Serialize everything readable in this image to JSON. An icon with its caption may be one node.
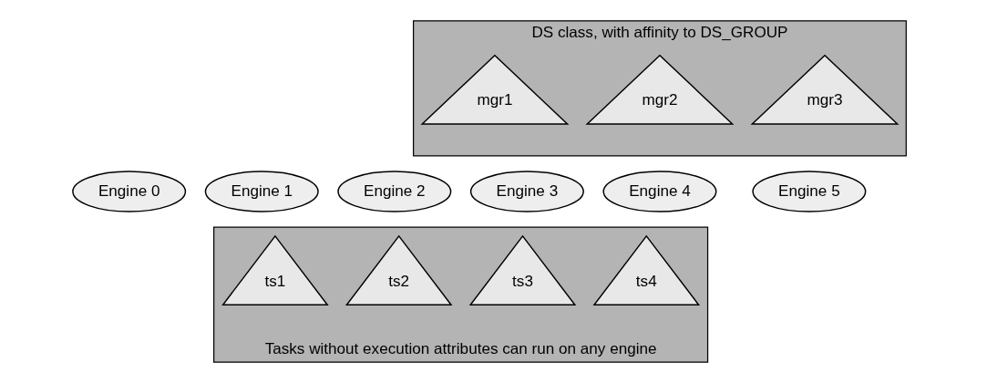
{
  "diagram": {
    "nodes": [
      {
        "text": [
          "DS class, with affinity to DS_GROUP"
        ]
      },
      {
        "text": [
          "mgr1"
        ],
        "in": 0
      },
      {
        "text": [
          "mgr2"
        ],
        "in": 0
      },
      {
        "text": [
          "mgr3"
        ],
        "in": 0
      },
      {
        "text": [
          "Engine 0"
        ]
      },
      {
        "text": [
          "Engine 1"
        ]
      },
      {
        "text": [
          "Engine 2"
        ]
      },
      {
        "text": [
          "Engine 3"
        ]
      },
      {
        "text": [
          "Engine 4"
        ]
      },
      {
        "text": [
          "Engine 5"
        ]
      },
      {
        "text": [
          "Tasks without execution attributes can run on any engine"
        ]
      },
      {
        "text": [
          "ts1"
        ],
        "in": 10
      },
      {
        "text": [
          "ts2"
        ],
        "in": 10
      },
      {
        "text": [
          "ts3"
        ],
        "in": 10
      },
      {
        "text": [
          "ts4"
        ],
        "in": 10
      }
    ]
  }
}
